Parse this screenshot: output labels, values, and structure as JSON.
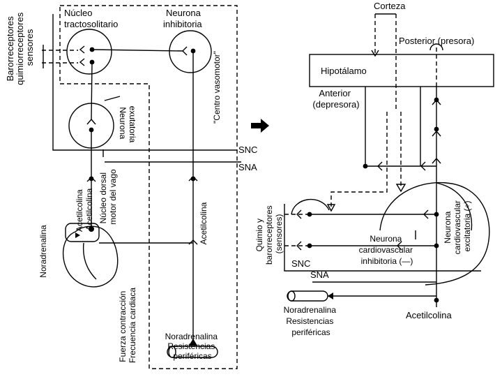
{
  "left": {
    "nucleo_tracto": [
      "Núcleo",
      "tractosolitario"
    ],
    "neurona_inhib": [
      "Neurona",
      "inhibitoria"
    ],
    "receptores": [
      "Barorreceptores",
      "quimiorreceptores",
      "sensores"
    ],
    "neurona_excit": [
      "Neurona",
      "exutatoria"
    ],
    "centro_vaso": "\"Centro vasomotor\"",
    "snc": "SNC",
    "sna": "SNA",
    "acetil_pair": [
      "Acetilcolina",
      "Acetilcolina"
    ],
    "nucleo_dorsal": [
      "Núcleo dorsal",
      "motor del vago"
    ],
    "noradrenalina_side": "Noradrenalina",
    "acetilcolina_mid": "Acetilcolina",
    "fuerza": [
      "Fuerza contracción",
      "Frecuencia cardiaca"
    ],
    "noradr_bottom": [
      "Noradrenalina",
      "Resistencias",
      "periféricas"
    ]
  },
  "right": {
    "corteza": "Corteza",
    "posterior": "Posterior (presora)",
    "hipotalamo": "Hipotálamo",
    "anterior": [
      "Anterior",
      "(depresora)"
    ],
    "quimio": [
      "Quimio y",
      "barorreceptores",
      "(sensores)"
    ],
    "neurona_cv_excit": [
      "Neurona",
      "cardiovascular",
      "excitatoria (+)"
    ],
    "neurona_cv_inhib": [
      "Neurona",
      "cardiovascular",
      "inhibitoria (—)"
    ],
    "snc": "SNC",
    "sna": "SNA",
    "acetilcolina": "Acetilcolina",
    "noradr": [
      "Noradrenalina",
      "Resistencias",
      "periféricas"
    ]
  }
}
